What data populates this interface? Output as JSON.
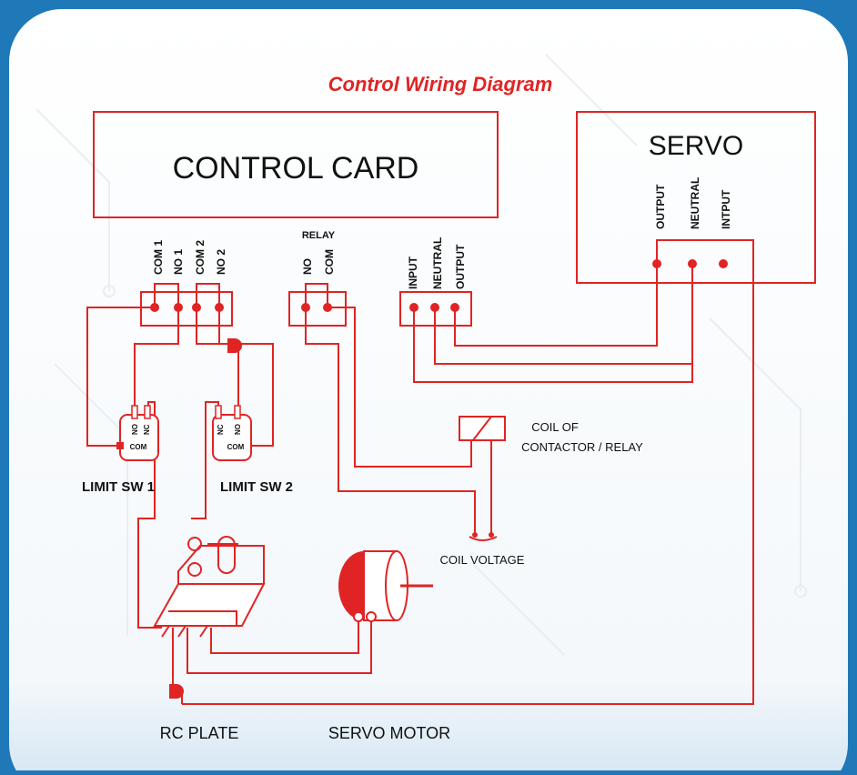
{
  "title": "Control Wiring Diagram",
  "control_card": {
    "label": "CONTROL CARD"
  },
  "servo": {
    "label": "SERVO",
    "terminals": [
      "OUTPUT",
      "NEUTRAL",
      "INTPUT"
    ]
  },
  "card_terminals": {
    "switch_block": [
      "COM 1",
      "NO 1",
      "COM 2",
      "NO 2"
    ],
    "relay_header": "RELAY",
    "relay_block": [
      "NO",
      "COM"
    ],
    "power_block": [
      "INPUT",
      "NEUTRAL",
      "OUTPUT"
    ]
  },
  "limit_switches": [
    {
      "label": "LIMIT SW 1",
      "pins": [
        "NO",
        "NC"
      ],
      "com": "COM"
    },
    {
      "label": "LIMIT SW 2",
      "pins": [
        "NC",
        "NO"
      ],
      "com": "COM"
    }
  ],
  "coil": {
    "label_line1": "COIL OF",
    "label_line2": "CONTACTOR / RELAY",
    "voltage": "COIL VOLTAGE"
  },
  "bottom_labels": {
    "rc_plate": "RC PLATE",
    "servo_motor": "SERVO MOTOR"
  },
  "colors": {
    "wire": "#e02424",
    "title": "#e02424",
    "frame": "#1f78b8",
    "text": "#111111"
  }
}
